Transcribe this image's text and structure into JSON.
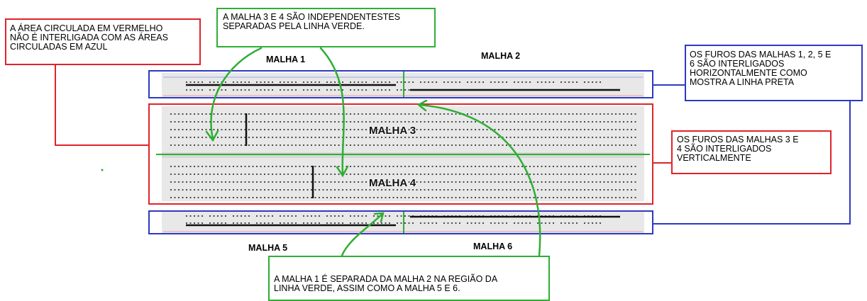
{
  "notes": {
    "malha34": "A MALHA 3 E 4 SÃO INDEPENDENTESTES\nSEPARADAS PELA LINHA VERDE.",
    "red_area": "A ÁREA CIRCULADA EM VERMELHO\nNÃO É INTERLIGADA COM AS ÁREAS\nCIRCULADAS EM AZUL",
    "rails": "OS FUROS DAS MALHAS 1, 2, 5 E\n6 SÃO INTERLIGADOS\nHORIZONTALMENTE COMO\nMOSTRA A LINHA PRETA",
    "vertical": "OS FUROS DAS MALHAS 3 E\n4 SÃO INTERLIGADOS\nVERTICALMENTE",
    "separation": "A MALHA 1 É SEPARADA DA MALHA 2 NA REGIÃO DA\nLINHA VERDE, ASSIM COMO A MALHA 5 E 6."
  },
  "labels": {
    "malha1": "MALHA 1",
    "malha2": "MALHA 2",
    "malha3": "MALHA 3",
    "malha4": "MALHA 4",
    "malha5": "MALHA 5",
    "malha6": "MALHA 6"
  },
  "colors": {
    "red": "#e0232a",
    "green": "#2fae35",
    "blue": "#2d39c4",
    "board": "#e6e6e6",
    "hole": "#4a4a4a"
  }
}
